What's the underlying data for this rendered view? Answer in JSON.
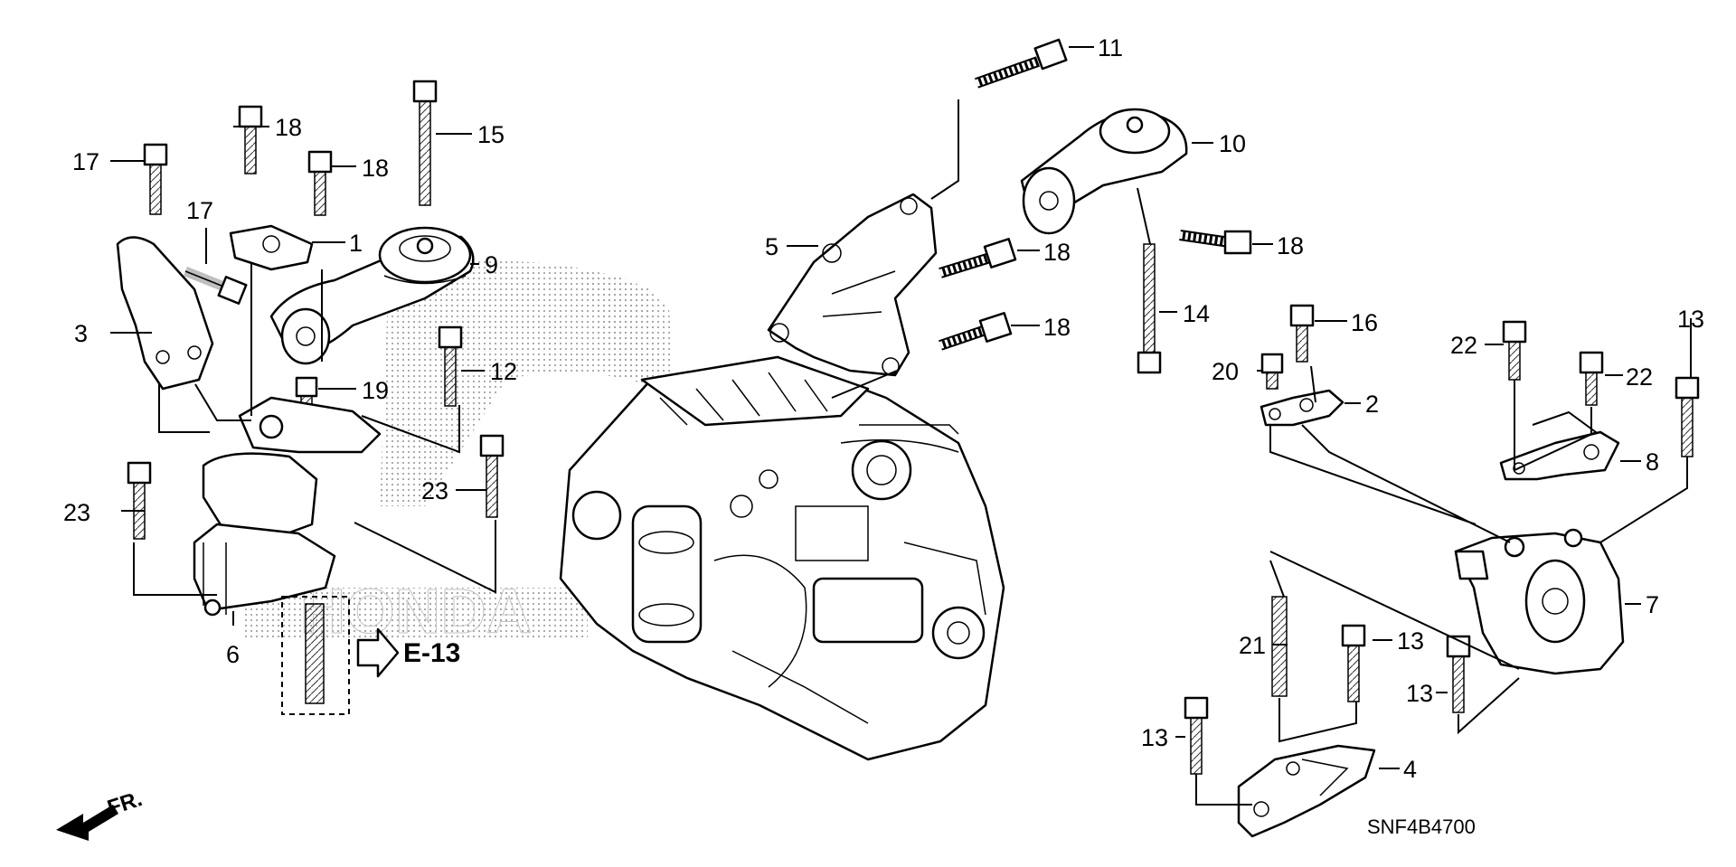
{
  "callouts": {
    "c1": "1",
    "c2": "2",
    "c3": "3",
    "c4": "4",
    "c5": "5",
    "c6": "6",
    "c7": "7",
    "c8": "8",
    "c9": "9",
    "c10": "10",
    "c11": "11",
    "c12": "12",
    "c13a": "13",
    "c13b": "13",
    "c13c": "13",
    "c13d": "13",
    "c14": "14",
    "c15": "15",
    "c16": "16",
    "c17a": "17",
    "c17b": "17",
    "c18a": "18",
    "c18b": "18",
    "c18c": "18",
    "c18d": "18",
    "c18e": "18",
    "c19": "19",
    "c20": "20",
    "c21": "21",
    "c22a": "22",
    "c22b": "22",
    "c23a": "23",
    "c23b": "23"
  },
  "reference": "E-13",
  "front_label": "FR.",
  "diagram_code": "SNF4B4700",
  "watermark_word": "HONDA"
}
